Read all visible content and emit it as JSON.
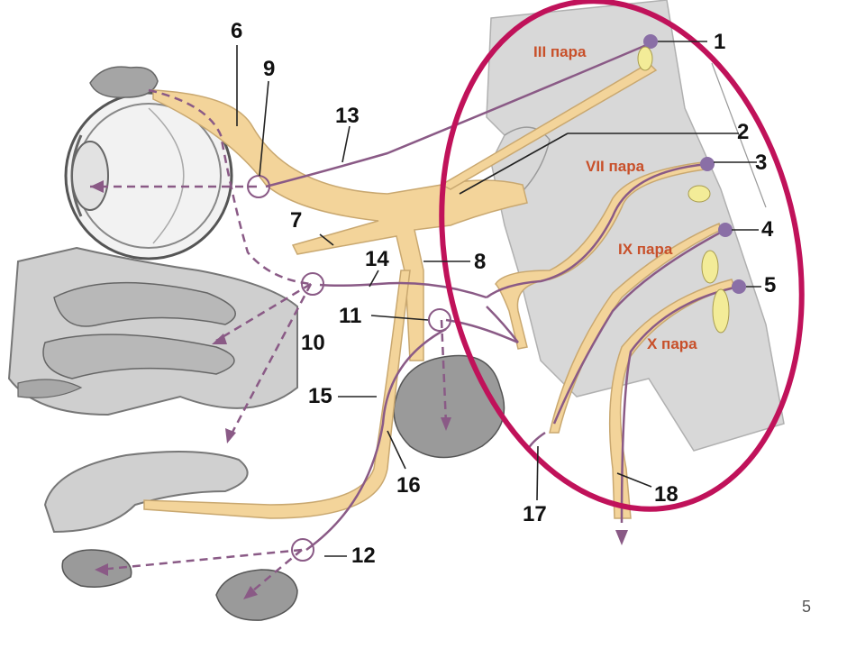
{
  "diagram": {
    "numbers": [
      "1",
      "2",
      "3",
      "4",
      "5",
      "6",
      "7",
      "8",
      "9",
      "10",
      "11",
      "12",
      "13",
      "14",
      "15",
      "16",
      "17",
      "18"
    ],
    "pairs": [
      "III пара",
      "VII пара",
      "IX пара",
      "X пара"
    ],
    "slide_number": "5",
    "colors": {
      "nerve_fill": "#f3d49a",
      "nerve_edge": "#c9a870",
      "parasympathetic": "#8a5a86",
      "nucleus": "#8a6fa6",
      "nucleus_yellow": "#f3ec98",
      "brainstem": "#d8d8d8",
      "ellipse": "#c0125a",
      "gland": "#9a9a9a",
      "label_red": "#c8502a"
    }
  }
}
